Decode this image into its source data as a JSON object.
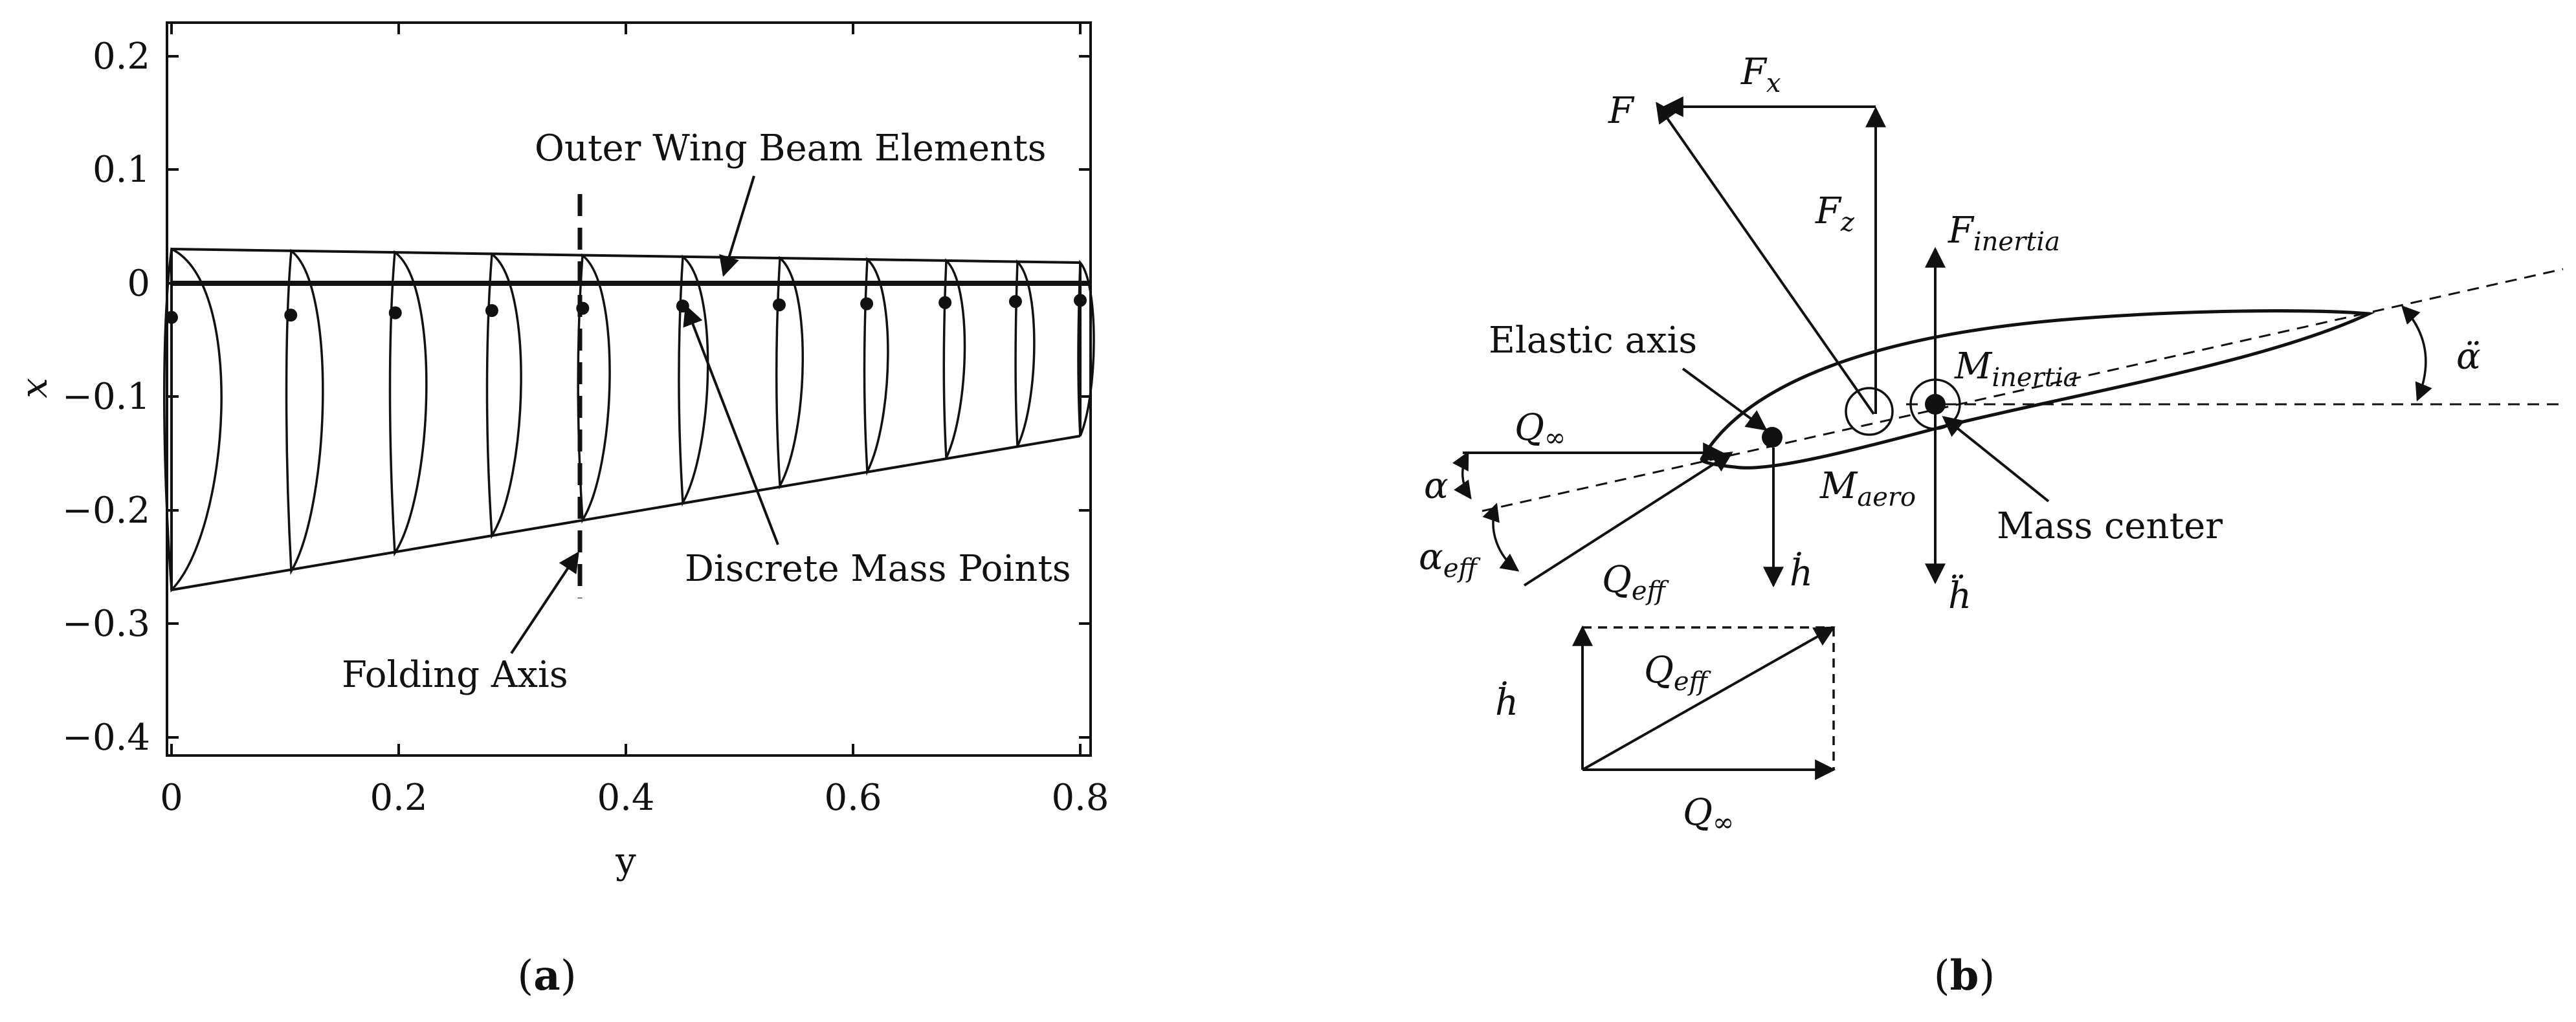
{
  "panel_a": {
    "caption": "(a)",
    "caption_letter": "a",
    "x_axis_label": "y",
    "y_axis_label": "x",
    "x_ticks": [
      "0",
      "0.2",
      "0.4",
      "0.6",
      "0.8"
    ],
    "y_ticks": [
      "0.2",
      "0.1",
      "0",
      "−0.1",
      "−0.2",
      "−0.3",
      "−0.4"
    ],
    "annotations": {
      "beam": "Outer Wing Beam Elements",
      "mass_points": "Discrete Mass Points",
      "folding_axis": "Folding Axis"
    }
  },
  "panel_b": {
    "caption": "(b)",
    "caption_letter": "b",
    "labels": {
      "elastic_axis": "Elastic axis",
      "mass_center": "Mass center"
    }
  },
  "chart_data": {
    "type": "scatter",
    "x_label": "y",
    "y_label": "x",
    "xlim": [
      0,
      0.8
    ],
    "ylim": [
      -0.4,
      0.2
    ],
    "grid": false,
    "series": [
      {
        "name": "Discrete Mass Points",
        "x": [
          0.0,
          0.105,
          0.197,
          0.282,
          0.362,
          0.45,
          0.535,
          0.612,
          0.681,
          0.743,
          0.8
        ],
        "y": [
          -0.03,
          -0.028,
          -0.026,
          -0.024,
          -0.022,
          -0.02,
          -0.019,
          -0.018,
          -0.017,
          -0.016,
          -0.015
        ]
      }
    ]
  }
}
